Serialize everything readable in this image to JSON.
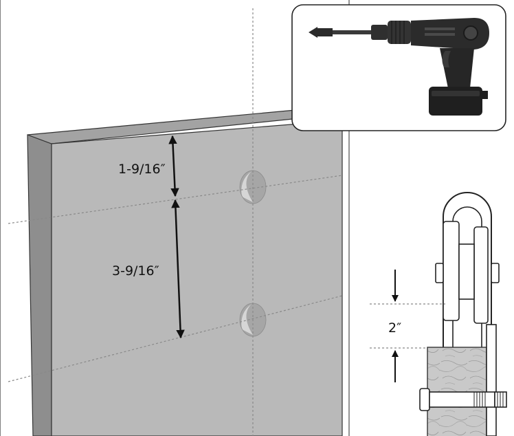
{
  "measurements": {
    "top_to_first_hole": "1-9/16″",
    "first_to_second_hole": "3-9/16″",
    "hanger_gap": "2″"
  },
  "tool": {
    "icon": "cordless-drill-with-spade-bit-icon"
  },
  "colors": {
    "panel_face": "#b9b9b9",
    "panel_edge": "#8e8e8e",
    "guide_line": "#888888",
    "arrow": "#111111",
    "drill_body": "#2b2b2b",
    "wood": "#c9c9c9"
  }
}
